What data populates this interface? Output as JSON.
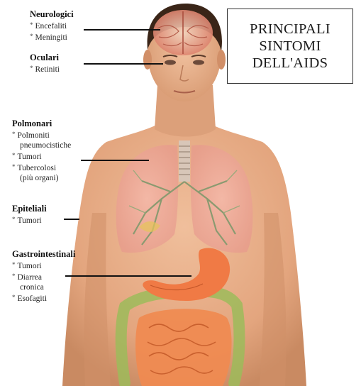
{
  "title": [
    "PRINCIPALI",
    "SINTOMI",
    "DELL'AIDS"
  ],
  "groups": {
    "neurologici": {
      "heading": "Neurologici",
      "items": [
        "Encefaliti",
        "Meningiti"
      ]
    },
    "oculari": {
      "heading": "Oculari",
      "items": [
        "Retiniti"
      ]
    },
    "polmonari": {
      "heading": "Polmonari",
      "items": [
        "Polmoniti",
        "pneumocistiche",
        "Tumori",
        "Tubercolosi",
        "(più organi)"
      ]
    },
    "epiteliali": {
      "heading": "Epiteliali",
      "items": [
        "Tumori"
      ]
    },
    "gastrointestinali": {
      "heading": "Gastrointestinali",
      "items": [
        "Tumori",
        "Diarrea",
        "cronica",
        "Esofagiti"
      ]
    }
  },
  "colors": {
    "skin": "#e8b08a",
    "skin_shadow": "#c98a62",
    "hair": "#3a2518",
    "brain": "#d46a5a",
    "lungs": "#f2a6a0",
    "bronchi": "#8a9a70",
    "stomach": "#f07a45",
    "intestine_small": "#f08a50",
    "intestine_large": "#9cbb5a"
  }
}
